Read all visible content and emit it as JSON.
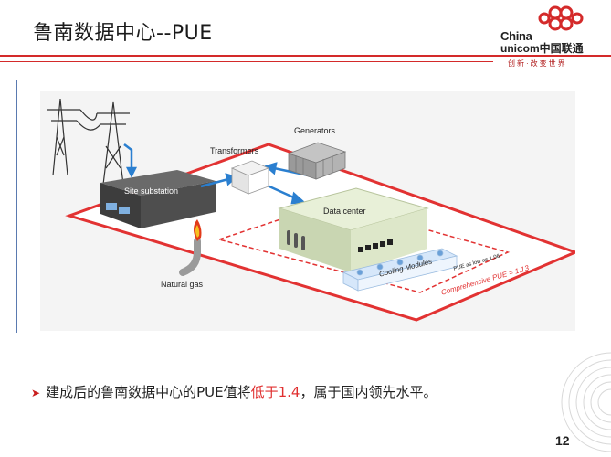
{
  "header": {
    "title": "鲁南数据中心--PUE",
    "logo_line1": "China",
    "logo_line2": "unicom中国联通",
    "logo_slogan": "创新·改变世界",
    "accent_color": "#d42a2a"
  },
  "diagram": {
    "labels": {
      "generators": "Generators",
      "transformers": "Transformers",
      "site_substation": "Site substation",
      "data_center": "Data center",
      "natural_gas": "Natural gas",
      "cooling_modules": "Cooling Modules",
      "pue_low": "PUE as low as 1.06",
      "pue_comprehensive": "Comprehensive PUE = 1.13"
    }
  },
  "body": {
    "bullet_prefix": "建成后的鲁南数据中心的PUE值将",
    "bullet_highlight": "低于1.4",
    "bullet_suffix": "，属于国内领先水平。"
  },
  "footer": {
    "page_number": "12"
  }
}
